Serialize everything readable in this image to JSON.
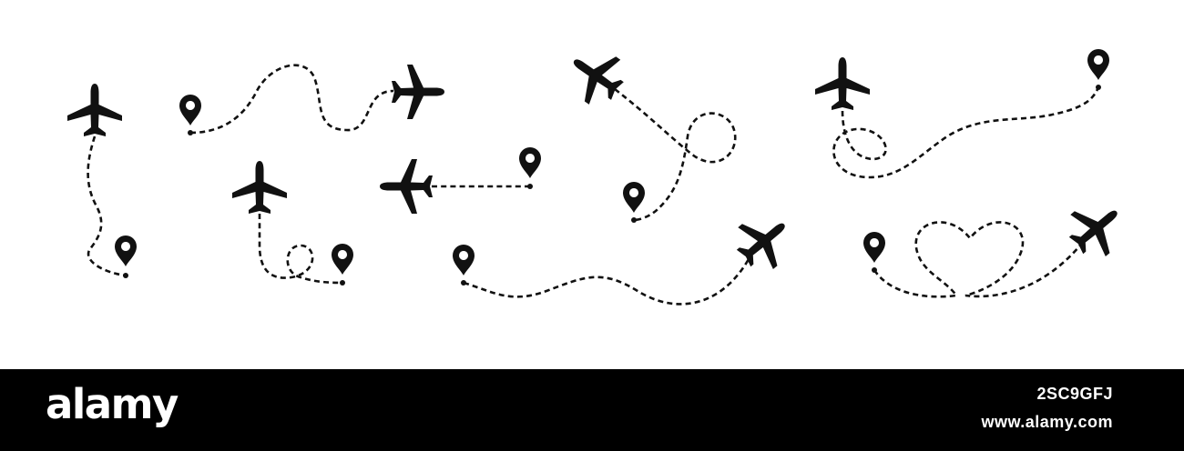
{
  "footer": {
    "brand": "alamy",
    "image_id": "2SC9GFJ",
    "website": "www.alamy.com"
  },
  "colors": {
    "ink": "#111111",
    "background": "#ffffff",
    "footer_bg": "#000000",
    "footer_text": "#ffffff"
  },
  "icons": [
    "airplane-icon",
    "location-pin-icon"
  ]
}
